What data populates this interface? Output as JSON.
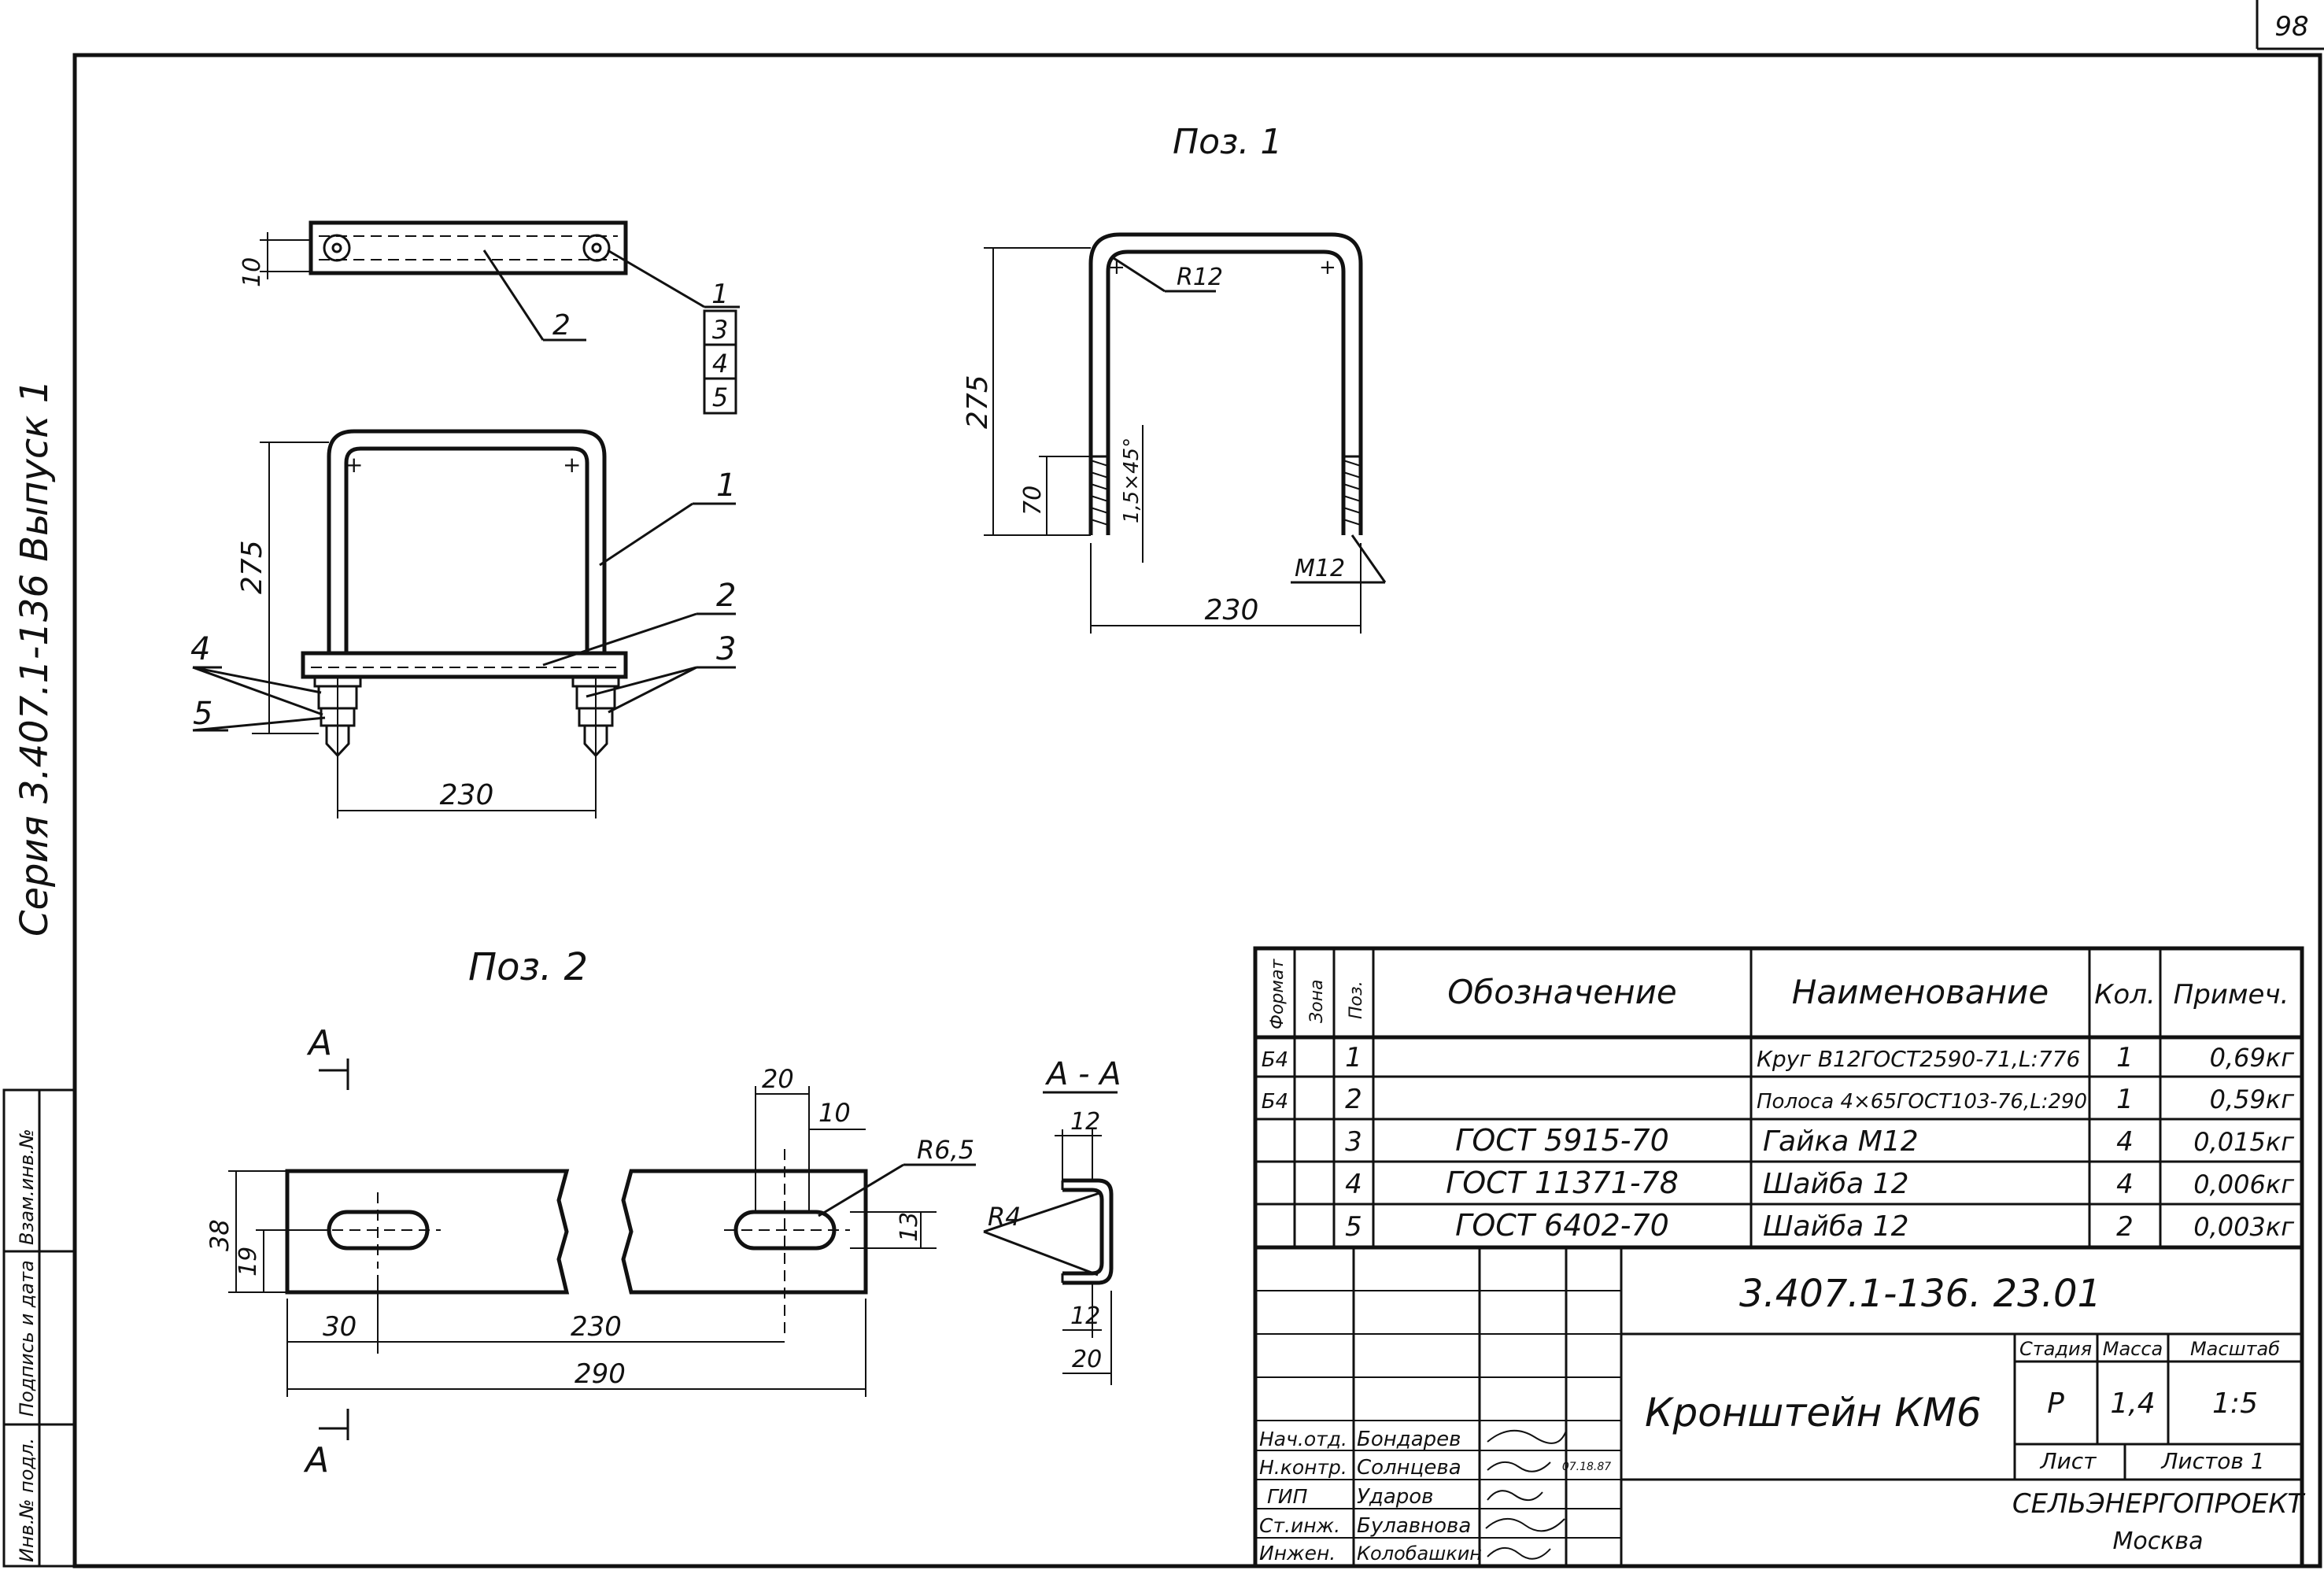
{
  "page_number": "98",
  "side_series": "Серия 3.407.1-136 Выпуск 1",
  "side_stamp": [
    "Инв.№ подл.",
    "Подпись и дата",
    "Взам.инв.№"
  ],
  "views": {
    "poz1_title": "Поз. 1",
    "poz2_title": "Поз. 2",
    "section_title": "А - А",
    "section_marker": "А"
  },
  "dims": {
    "assembly": {
      "h": "275",
      "w": "230",
      "plate_t": "10",
      "leaders": [
        "1",
        "2",
        "3",
        "4",
        "5"
      ],
      "callout_stack": [
        "1",
        "3",
        "4",
        "5"
      ],
      "plan_leader": "2"
    },
    "poz1": {
      "h": "275",
      "w": "230",
      "r": "R12",
      "thread": "70",
      "chamfer": "1,5×45°",
      "size": "M12"
    },
    "poz2": {
      "total": "290",
      "pitch": "230",
      "offset": "30",
      "height": "38",
      "half": "19",
      "slot_len": "20",
      "slot_half": "10",
      "slot_w": "13",
      "slot_r": "R6,5"
    },
    "section": {
      "top": "12",
      "bottom": "12",
      "width": "20",
      "r": "R4"
    }
  },
  "spec_table": {
    "headers": [
      "Формат",
      "Зона",
      "Поз.",
      "Обозначение",
      "Наименование",
      "Кол.",
      "Примеч."
    ],
    "rows": [
      {
        "format": "Б4",
        "zone": "",
        "pos": "1",
        "designation": "",
        "name": "Круг В12ГОСТ2590-71,L:776",
        "qty": "1",
        "note": "0,69кг"
      },
      {
        "format": "Б4",
        "zone": "",
        "pos": "2",
        "designation": "",
        "name": "Полоса 4×65ГОСТ103-76,L:290",
        "qty": "1",
        "note": "0,59кг"
      },
      {
        "format": "",
        "zone": "",
        "pos": "3",
        "designation": "ГОСТ 5915-70",
        "name": "Гайка М12",
        "qty": "4",
        "note": "0,015кг"
      },
      {
        "format": "",
        "zone": "",
        "pos": "4",
        "designation": "ГОСТ 11371-78",
        "name": "Шайба 12",
        "qty": "4",
        "note": "0,006кг"
      },
      {
        "format": "",
        "zone": "",
        "pos": "5",
        "designation": "ГОСТ 6402-70",
        "name": "Шайба 12",
        "qty": "2",
        "note": "0,003кг"
      }
    ]
  },
  "title_block": {
    "doc_number": "3.407.1-136. 23.01",
    "title": "Кронштейн КМ6",
    "stage_label": "Стадия",
    "mass_label": "Масса",
    "scale_label": "Масштаб",
    "stage": "Р",
    "mass": "1,4",
    "scale": "1:5",
    "sheet_label": "Лист",
    "sheets_label": "Листов 1",
    "org": "СЕЛЬЭНЕРГОПРОЕКТ",
    "city": "Москва",
    "date": "07.18.87",
    "signers": [
      {
        "role": "Нач.отд.",
        "name": "Бондарев"
      },
      {
        "role": "Н.контр.",
        "name": "Солнцева"
      },
      {
        "role": "ГИП",
        "name": "Ударов"
      },
      {
        "role": "Ст.инж.",
        "name": "Булавнова"
      },
      {
        "role": "Инжен.",
        "name": "Колобашкин"
      }
    ]
  }
}
